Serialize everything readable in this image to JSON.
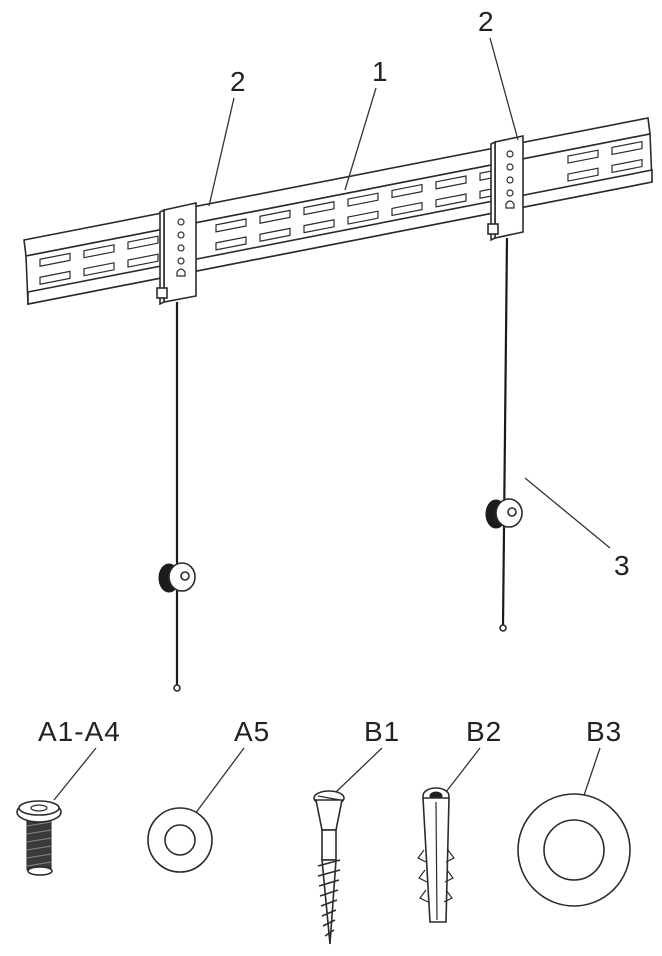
{
  "callouts": {
    "rail": "1",
    "bracket_left": "2",
    "bracket_right": "2",
    "cord": "3"
  },
  "hardware_labels": {
    "a1_a4": "A1-A4",
    "a5": "A5",
    "b1": "B1",
    "b2": "B2",
    "b3": "B3"
  },
  "colors": {
    "line": "#2b2b2b",
    "background": "#ffffff"
  }
}
